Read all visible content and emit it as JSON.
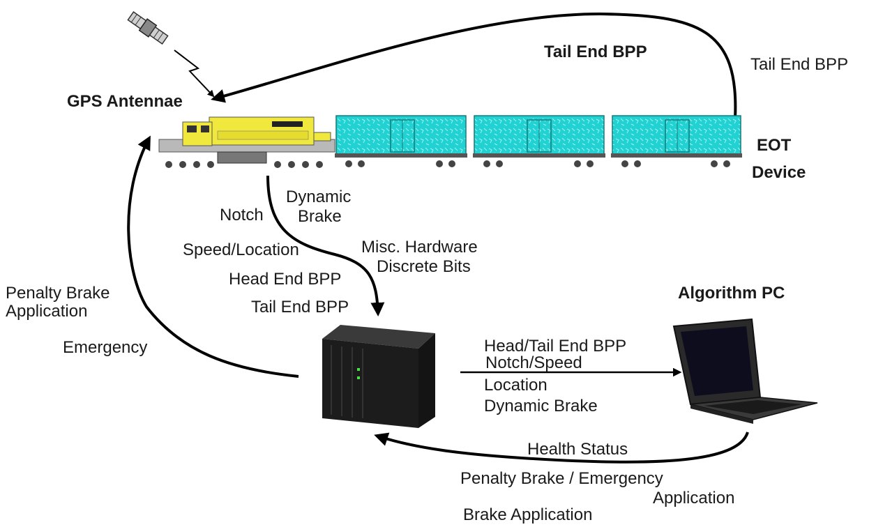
{
  "labels": {
    "gps_antennae": "GPS Antennae",
    "tail_end_bpp_top": "Tail End BPP",
    "tail_end_bpp_right": "Tail End BPP",
    "eot": "EOT",
    "device": "Device",
    "notch": "Notch",
    "dynamic": "Dynamic",
    "brake": "Brake",
    "speed_location": "Speed/Location",
    "misc_hardware": "Misc. Hardware",
    "discrete_bits": "Discrete Bits",
    "head_end_bpp": "Head End BPP",
    "tail_end_bpp_mid": "Tail End BPP",
    "penalty_brake": "Penalty Brake",
    "application_left": "Application",
    "emergency": "Emergency",
    "algorithm_pc": "Algorithm PC",
    "head_tail_end_bpp": "Head/Tail End BPP",
    "notch_speed": "Notch/Speed",
    "location": "Location",
    "dynamic_brake": "Dynamic Brake",
    "health_status": "Health Status",
    "penalty_brake_emergency": "Penalty Brake / Emergency",
    "application_bottom": "Application",
    "brake_application": "Brake Application"
  },
  "colors": {
    "locomotive": "#f0e83c",
    "railcar": "#22d1d1",
    "arrow": "#000000",
    "computer": "#1c1c1c"
  },
  "icons": [
    "satellite-icon",
    "locomotive-icon",
    "railcar-icon",
    "onboard-computer-icon",
    "laptop-icon"
  ]
}
